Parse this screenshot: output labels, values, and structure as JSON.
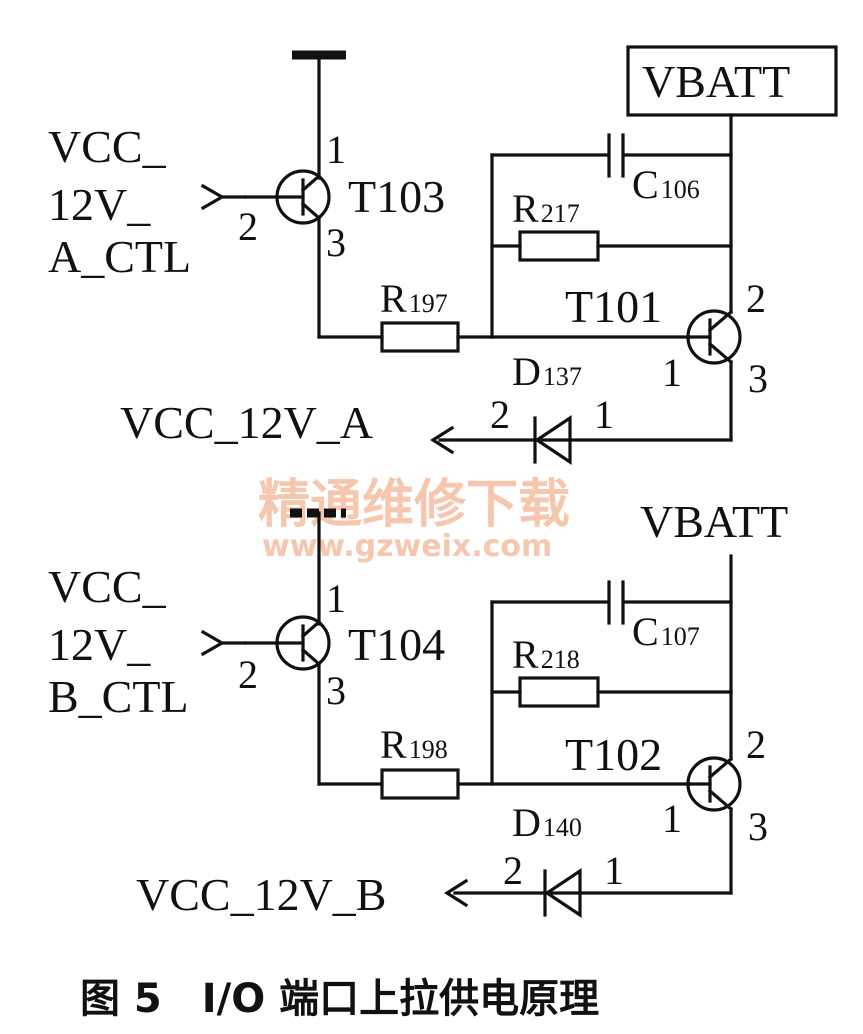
{
  "supply_label": "VBATT",
  "sections": [
    {
      "input_lines": [
        "VCC_",
        "12V_",
        "A_CTL"
      ],
      "ctl_transistor": "T103",
      "pwr_transistor": "T101",
      "capacitor": {
        "prefix": "C",
        "num": "106"
      },
      "resistor_top": {
        "prefix": "R",
        "num": "217"
      },
      "resistor_base": {
        "prefix": "R",
        "num": "197"
      },
      "diode": {
        "prefix": "D",
        "num": "137"
      },
      "output": "VCC_12V_A",
      "pins": {
        "ctl_1": "1",
        "ctl_2": "2",
        "ctl_3": "3",
        "pwr_1": "1",
        "pwr_2": "2",
        "pwr_3": "3",
        "diode_1": "1",
        "diode_2": "2"
      }
    },
    {
      "input_lines": [
        "VCC_",
        "12V_",
        "B_CTL"
      ],
      "ctl_transistor": "T104",
      "pwr_transistor": "T102",
      "capacitor": {
        "prefix": "C",
        "num": "107"
      },
      "resistor_top": {
        "prefix": "R",
        "num": "218"
      },
      "resistor_base": {
        "prefix": "R",
        "num": "198"
      },
      "diode": {
        "prefix": "D",
        "num": "140"
      },
      "output": "VCC_12V_B",
      "pins": {
        "ctl_1": "1",
        "ctl_2": "2",
        "ctl_3": "3",
        "pwr_1": "1",
        "pwr_2": "2",
        "pwr_3": "3",
        "diode_1": "1",
        "diode_2": "2"
      }
    }
  ],
  "watermark": {
    "line1": "精通维修下载",
    "line2": "www.gzweix.com"
  },
  "caption": "图 5　I/O 端口上拉供电原理"
}
